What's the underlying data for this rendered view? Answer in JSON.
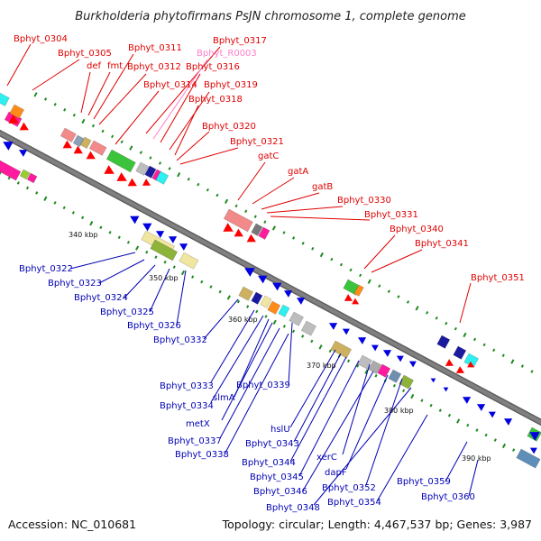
{
  "title": "Burkholderia phytofirmans PsJN chromosome 1, complete genome",
  "footer": {
    "accession": "Accession: NC_010681",
    "summary": "Topology: circular; Length: 4,467,537 bp; Genes: 3,987"
  },
  "colors": {
    "top_label": "#e00000",
    "rna_label": "#ff7fc8",
    "bottom_label": "#0000b4",
    "backbone": "#808080",
    "forward_arrow": "#ff0000",
    "reverse_arrow": "#0000e0",
    "tick": "#1f8a1f"
  },
  "scale_ticks": [
    "340 kbp",
    "350 kbp",
    "360 kbp",
    "370 kbp",
    "380 kbp",
    "390 kbp"
  ],
  "top_labels": [
    {
      "text": "Bphyt_0304",
      "type": "cds"
    },
    {
      "text": "Bphyt_0305",
      "type": "cds"
    },
    {
      "text": "def",
      "type": "cds"
    },
    {
      "text": "fmt",
      "type": "cds"
    },
    {
      "text": "Bphyt_0311",
      "type": "cds"
    },
    {
      "text": "Bphyt_0312",
      "type": "cds"
    },
    {
      "text": "Bphyt_0317",
      "type": "cds"
    },
    {
      "text": "Bphyt_R0003",
      "type": "rna"
    },
    {
      "text": "Bphyt_0316",
      "type": "cds"
    },
    {
      "text": "Bphyt_0314",
      "type": "cds"
    },
    {
      "text": "Bphyt_0319",
      "type": "cds"
    },
    {
      "text": "Bphyt_0318",
      "type": "cds"
    },
    {
      "text": "Bphyt_0320",
      "type": "cds"
    },
    {
      "text": "Bphyt_0321",
      "type": "cds"
    },
    {
      "text": "gatC",
      "type": "cds"
    },
    {
      "text": "gatA",
      "type": "cds"
    },
    {
      "text": "gatB",
      "type": "cds"
    },
    {
      "text": "Bphyt_0330",
      "type": "cds"
    },
    {
      "text": "Bphyt_0331",
      "type": "cds"
    },
    {
      "text": "Bphyt_0340",
      "type": "cds"
    },
    {
      "text": "Bphyt_0341",
      "type": "cds"
    },
    {
      "text": "Bphyt_0351",
      "type": "cds"
    }
  ],
  "bottom_labels": [
    {
      "text": "Bphyt_0322"
    },
    {
      "text": "Bphyt_0323"
    },
    {
      "text": "Bphyt_0324"
    },
    {
      "text": "Bphyt_0325"
    },
    {
      "text": "Bphyt_0326"
    },
    {
      "text": "Bphyt_0332"
    },
    {
      "text": "Bphyt_0333"
    },
    {
      "text": "Bphyt_0334"
    },
    {
      "text": "slmA"
    },
    {
      "text": "Bphyt_0339"
    },
    {
      "text": "metX"
    },
    {
      "text": "Bphyt_0337"
    },
    {
      "text": "Bphyt_0338"
    },
    {
      "text": "hslU"
    },
    {
      "text": "Bphyt_0343"
    },
    {
      "text": "Bphyt_0344"
    },
    {
      "text": "Bphyt_0345"
    },
    {
      "text": "xerC"
    },
    {
      "text": "Bphyt_0346"
    },
    {
      "text": "dapF"
    },
    {
      "text": "Bphyt_0352"
    },
    {
      "text": "Bphyt_0348"
    },
    {
      "text": "Bphyt_0354"
    },
    {
      "text": "Bphyt_0359"
    },
    {
      "text": "Bphyt_0360"
    }
  ]
}
